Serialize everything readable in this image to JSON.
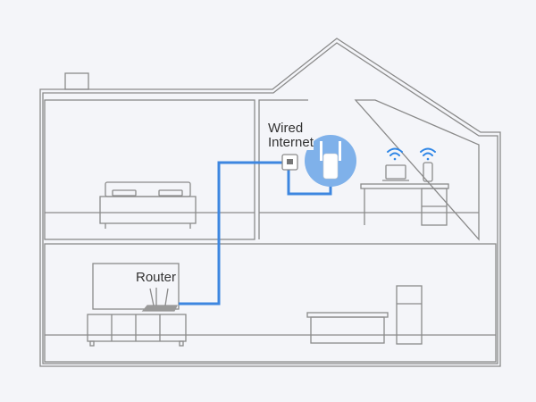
{
  "labels": {
    "wired_internet_line1": "Wired",
    "wired_internet_line2": "Internet",
    "router": "Router"
  },
  "colors": {
    "background": "#f4f5f9",
    "outline": "#8a8a8a",
    "cable": "#3d86e0",
    "extender_circle": "#7fb1ea",
    "wifi": "#2f86e6"
  }
}
